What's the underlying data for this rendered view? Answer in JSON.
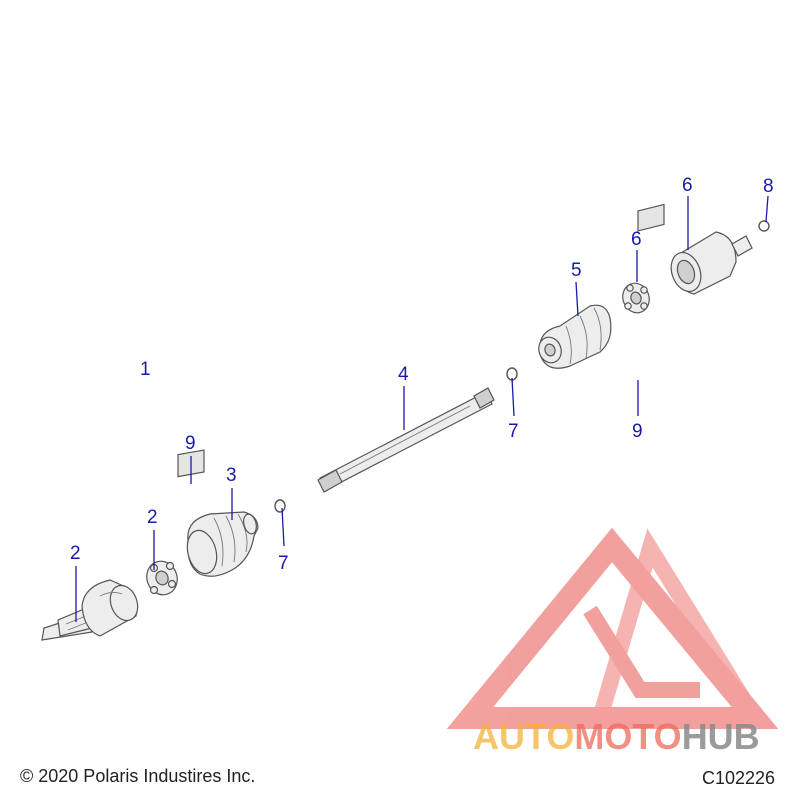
{
  "callouts": {
    "c1": "1",
    "c2a": "2",
    "c2b": "2",
    "c3": "3",
    "c4": "4",
    "c5": "5",
    "c6a": "6",
    "c6b": "6",
    "c7a": "7",
    "c7b": "7",
    "c8": "8",
    "c9a": "9",
    "c9b": "9"
  },
  "footer": {
    "copyright": "© 2020 Polaris Industires Inc.",
    "drawing_id": "C102226"
  },
  "watermark": {
    "part1": "AUTO",
    "part2": "MOTO",
    "part3": "HUB"
  },
  "colors": {
    "callout": "#1a1aa8",
    "watermark_red": "#e8534f",
    "watermark_orange": "#f5a623",
    "watermark_gray": "#7d7d7d"
  }
}
